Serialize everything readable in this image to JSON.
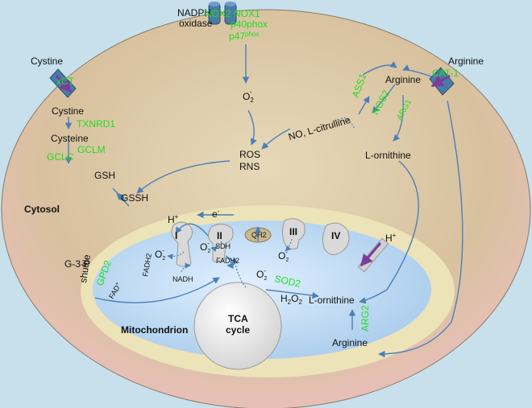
{
  "colors": {
    "background": "#c7e0ec",
    "cytosol": "#dcc7a6",
    "mito_outer": "#ece3b8",
    "mito_inner": "#c4ddf5",
    "enzyme": "#22dd22",
    "arrow": "#4a80b8",
    "transporter_arrow": "#7a3d9a"
  },
  "compartments": {
    "cytosol": "Cytosol",
    "mitochondrion": "Mitochondrion",
    "tca_line1": "TCA",
    "tca_line2": "cycle"
  },
  "transporters": {
    "nadph_oxidase_line1": "NADPH",
    "nadph_oxidase_line2": "oxidase",
    "nox": "NOX2 NOX1",
    "p40": "p40phox",
    "p47_main": "p47",
    "p47_sup": "phox",
    "xct": "xCT",
    "cat": "CAT-1",
    "cystine_out": "Cystine",
    "arginine_out": "Arginine"
  },
  "cystine_pathway": {
    "cystine_in": "Cystine",
    "txnrd1": "TXNRD1",
    "cysteine": "Cysteine",
    "gclc": "GCLC",
    "gclm": "GCLM",
    "gsh": "GSH",
    "gssh": "GSSH"
  },
  "ros": {
    "o2_cyto": "O",
    "o2_sub": "2",
    "o2_sup": "-",
    "ros": "ROS",
    "rns": "RNS"
  },
  "arginine_pathway": {
    "ass1": "ASS1",
    "arginine": "Arginine",
    "nos2": "NOS2",
    "arg1": "ARG1",
    "no_citrulline": "NO, L-citrulline",
    "l_ornithine": "L-ornithine"
  },
  "etc": {
    "h_plus": "H",
    "h_sup": "+",
    "e_minus": "e",
    "e_sup": "-",
    "complex_i": "I",
    "complex_ii": "II",
    "sdh": "SDH",
    "qh2": "QH2",
    "complex_iii": "III",
    "complex_iv": "IV",
    "h_plus_iv": "H",
    "nadh": "NADH",
    "fadh2": "FADH2",
    "fadh2_small": "FADH2",
    "fad": "FAD",
    "fad_sup": "+",
    "g3p": "G-3-P",
    "shuttle": "shuttle",
    "gpd2": "GPD2",
    "sod2": "SOD2",
    "h2o2_h": "H",
    "h2o2_2a": "2",
    "h2o2_o": "O",
    "h2o2_2b": "2",
    "mito_ornithine": "L-ornithine",
    "arg2": "ARG2",
    "mito_arginine": "Arginine"
  }
}
